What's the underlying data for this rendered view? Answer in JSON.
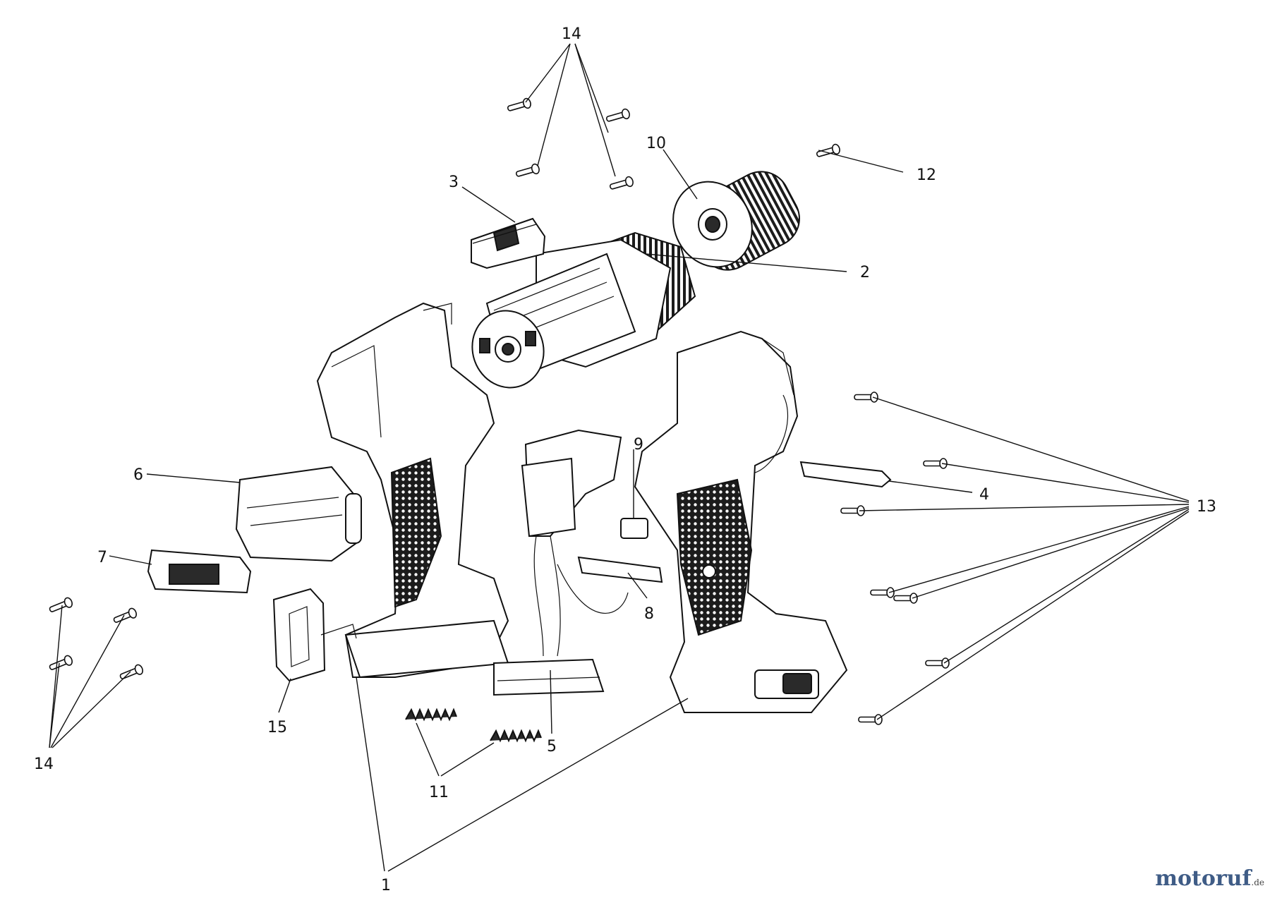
{
  "diagram": {
    "callouts": {
      "c1": "1",
      "c2": "2",
      "c3": "3",
      "c4": "4",
      "c5": "5",
      "c6": "6",
      "c7": "7",
      "c8": "8",
      "c9": "9",
      "c10": "10",
      "c11": "11",
      "c12": "12",
      "c13": "13",
      "c14a": "14",
      "c14b": "14",
      "c15": "15"
    }
  },
  "watermark": {
    "text": "motoruf",
    "tld": ".de"
  }
}
